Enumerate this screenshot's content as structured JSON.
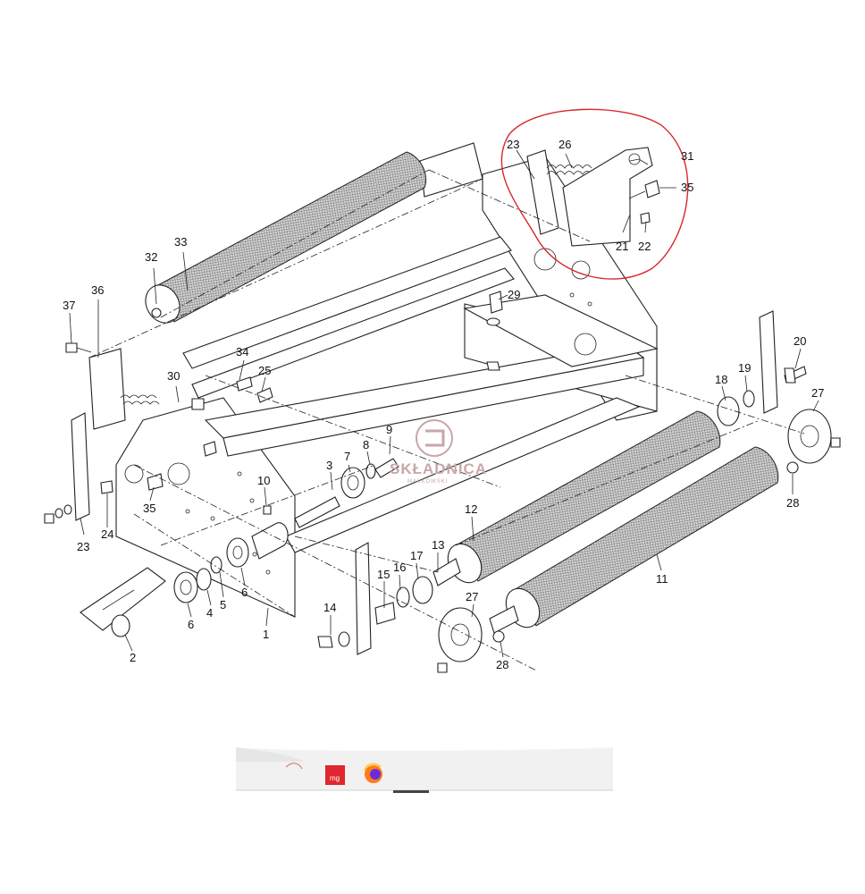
{
  "callouts": [
    "1",
    "2",
    "3",
    "4",
    "5",
    "6",
    "6",
    "7",
    "8",
    "9",
    "10",
    "11",
    "12",
    "13",
    "14",
    "15",
    "16",
    "17",
    "18",
    "19",
    "20",
    "21",
    "22",
    "23",
    "23",
    "24",
    "25",
    "26",
    "27",
    "27",
    "28",
    "28",
    "29",
    "30",
    "31",
    "32",
    "33",
    "34",
    "35",
    "35",
    "36",
    "37"
  ],
  "watermark": {
    "brand": "SKŁADNICA",
    "sub": "MAŁKOWSKI"
  },
  "taskbar": {
    "app_badge": "mg"
  },
  "colors": {
    "highlight": "#d9262b",
    "line": "#222222",
    "watermark": "#c9a7a7",
    "badge": "#e0262e"
  }
}
